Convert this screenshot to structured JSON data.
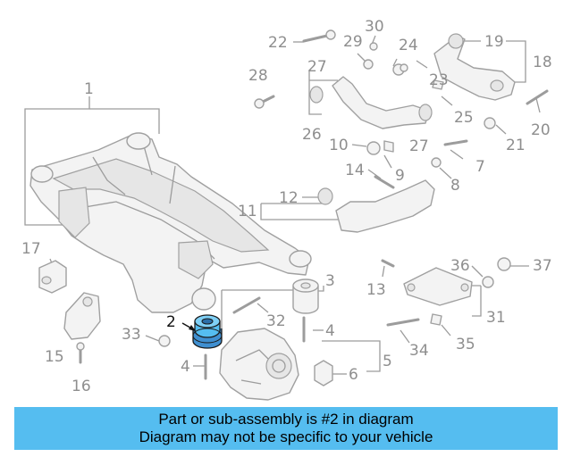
{
  "callouts": {
    "c1": "1",
    "c2": "2",
    "c3": "3",
    "c4a": "4",
    "c4b": "4",
    "c5": "5",
    "c6": "6",
    "c7": "7",
    "c8": "8",
    "c9": "9",
    "c10": "10",
    "c11": "11",
    "c12": "12",
    "c13": "13",
    "c14": "14",
    "c15": "15",
    "c16": "16",
    "c17": "17",
    "c18": "18",
    "c19": "19",
    "c20": "20",
    "c21": "21",
    "c22": "22",
    "c23": "23",
    "c24": "24",
    "c25": "25",
    "c26": "26",
    "c27a": "27",
    "c27b": "27",
    "c28": "28",
    "c29": "29",
    "c30": "30",
    "c31": "31",
    "c32": "32",
    "c33": "33",
    "c34": "34",
    "c35": "35",
    "c36": "36",
    "c37": "37"
  },
  "colors": {
    "highlight_part": "#55bdf0",
    "banner": "#55bdf0",
    "part_line": "#a0a0a0",
    "label": "#8e8e8e"
  },
  "banner": {
    "line1": "Part or sub-assembly is #2 in diagram",
    "line2": "Diagram may not be specific to your vehicle"
  }
}
